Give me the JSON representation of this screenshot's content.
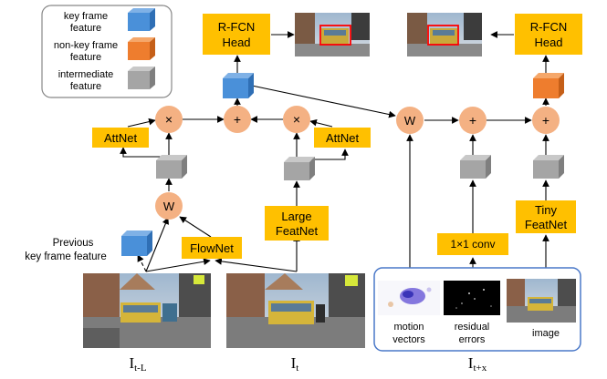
{
  "legend": {
    "key_frame_line1": "key frame",
    "key_frame_line2": "feature",
    "non_key_line1": "non-key frame",
    "non_key_line2": "feature",
    "intermediate_line1": "intermediate",
    "intermediate_line2": "feature"
  },
  "boxes": {
    "rfcn_left_line1": "R-FCN",
    "rfcn_left_line2": "Head",
    "rfcn_right_line1": "R-FCN",
    "rfcn_right_line2": "Head",
    "attnet_left": "AttNet",
    "attnet_right": "AttNet",
    "flownet": "FlowNet",
    "large_featnet_line1": "Large",
    "large_featnet_line2": "FeatNet",
    "conv1x1": "1×1 conv",
    "tiny_featnet_line1": "Tiny",
    "tiny_featnet_line2": "FeatNet"
  },
  "ops": {
    "multiply": "×",
    "add": "+",
    "warp": "W"
  },
  "annotations": {
    "previous_line1": "Previous",
    "previous_line2": "key frame feature"
  },
  "inputs": {
    "motion_line1": "motion",
    "motion_line2": "vectors",
    "residual_line1": "residual",
    "residual_line2": "errors",
    "image": "image"
  },
  "frames": {
    "t_minus_L_base": "I",
    "t_minus_L_sub": "t-L",
    "t_base": "I",
    "t_sub": "t",
    "t_plus_x_base": "I",
    "t_plus_x_sub": "t+x"
  },
  "colors": {
    "key_feature": "#4a90d9",
    "non_key_feature": "#ee7d2e",
    "intermediate_feature": "#a5a5a5",
    "module_box": "#ffc000",
    "op_circle": "#f4b183",
    "detection_box": "#ff0000",
    "input_group_border": "#4a78c8"
  }
}
